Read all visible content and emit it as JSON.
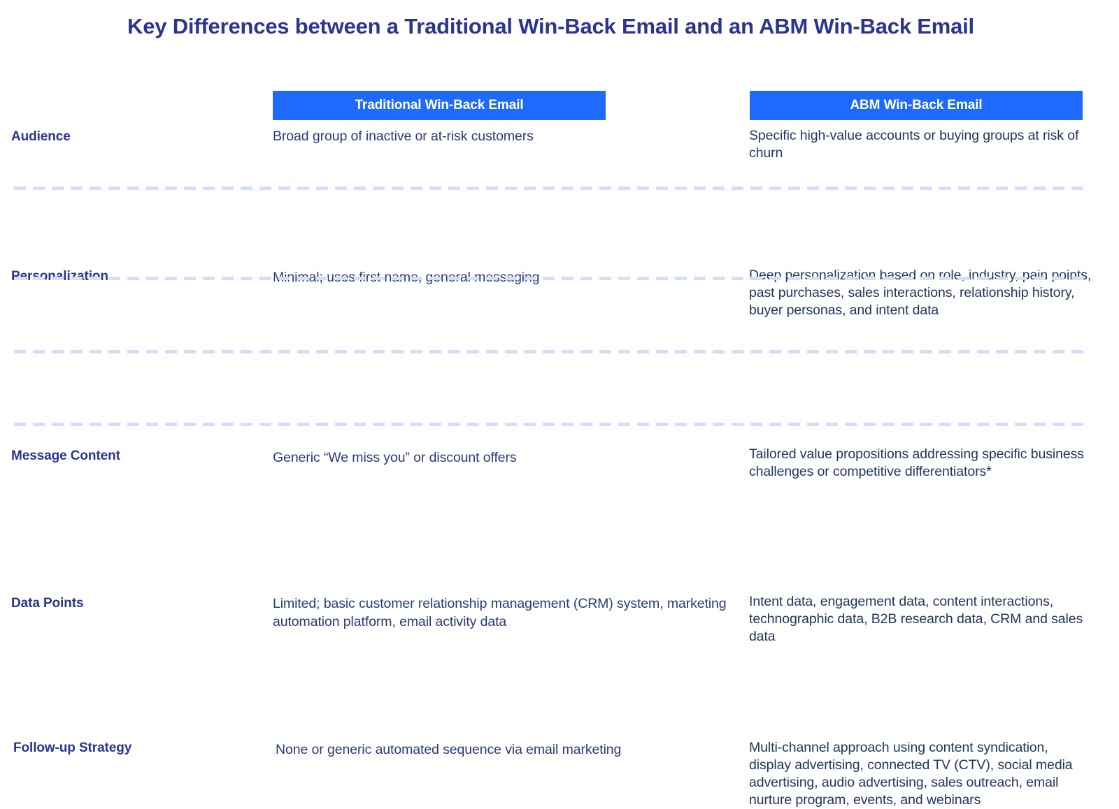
{
  "page": {
    "title": "Key Differences between a Traditional Win-Back Email and an ABM Win-Back Email",
    "background_color": "#ffffff",
    "title_color": "#2b3490",
    "header_bar_color": "#2069fd",
    "header_text_color": "#ffffff",
    "divider_color": "#d2defb",
    "body_text_color": "#22355c"
  },
  "table": {
    "columns": [
      {
        "key": "label",
        "header": ""
      },
      {
        "key": "traditional",
        "header": "Traditional Win-Back Email"
      },
      {
        "key": "abm",
        "header": "ABM Win-Back Email"
      }
    ],
    "rows": [
      {
        "label": "Audience",
        "traditional": "Broad group of inactive or at-risk customers",
        "abm": "Specific high-value accounts or buying groups at risk of churn"
      },
      {
        "label": "Personalization",
        "traditional": "Minimal; uses first name, general messaging",
        "abm": "Deep personalization based on role, industry, pain points, past purchases, sales interactions, relationship history, buyer personas, and intent data"
      },
      {
        "label": "Message Content",
        "traditional": "Generic “We miss you” or discount offers",
        "abm": "Tailored value propositions addressing specific business challenges or competitive differentiators*"
      },
      {
        "label": "Data Points",
        "traditional": "Limited; basic customer relationship management (CRM) system, marketing automation platform, email activity data",
        "abm": "Intent data, engagement data, content interactions, technographic data, B2B research data, CRM and sales data"
      },
      {
        "label": "Follow-up Strategy",
        "traditional": "None or generic automated sequence via email marketing",
        "abm": "Multi-channel approach using content syndication, display advertising, connected TV (CTV), social media advertising, audio advertising, sales outreach, email nurture program, events, and webinars"
      }
    ]
  }
}
